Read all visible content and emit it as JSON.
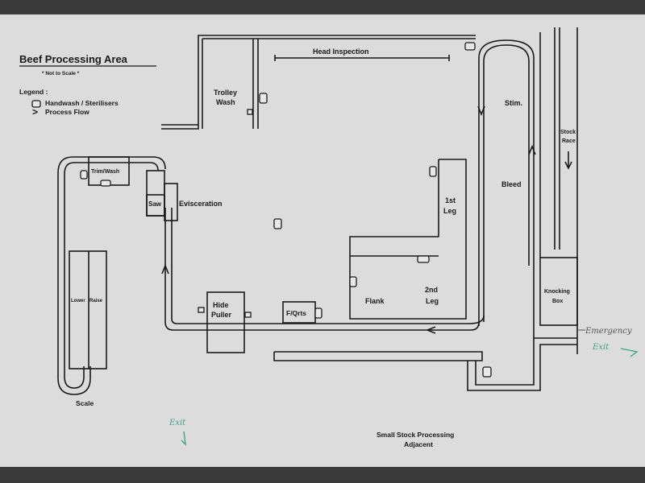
{
  "title": "Beef Processing Area",
  "subtitle": "* Not to Scale *",
  "legend": {
    "heading": "Legend :",
    "handwash_label": "Handwash / Sterilisers",
    "flow_label": "Process Flow",
    "flow_symbol": ">"
  },
  "areas": {
    "head_inspection": "Head Inspection",
    "trolley": "Trolley",
    "wash": "Wash",
    "stim": "Stim.",
    "stock": "Stock",
    "race": "Race",
    "bleed": "Bleed",
    "trim_wash": "Trim/Wash",
    "saw": "Saw",
    "evisceration": "Evisceration",
    "first": "1st",
    "leg": "Leg",
    "second": "2nd",
    "flank": "Flank",
    "lower": "Lower",
    "raise": "Raise",
    "hide": "Hide",
    "puller": "Puller",
    "fqrts": "F/Qrts",
    "knocking": "Knocking",
    "box": "Box",
    "scale": "Scale",
    "small_stock_1": "Small Stock Processing",
    "small_stock_2": "Adjacent"
  },
  "handwritten": {
    "emergency": "Emergency",
    "exit_right": "Exit",
    "exit_left": "Exit"
  },
  "colors": {
    "photo_backdrop": "#3a3a3a",
    "paper": "#dcdcdc",
    "line": "#1a1a1a",
    "marker_green": "#3aa58a",
    "pencil": "#555555"
  }
}
